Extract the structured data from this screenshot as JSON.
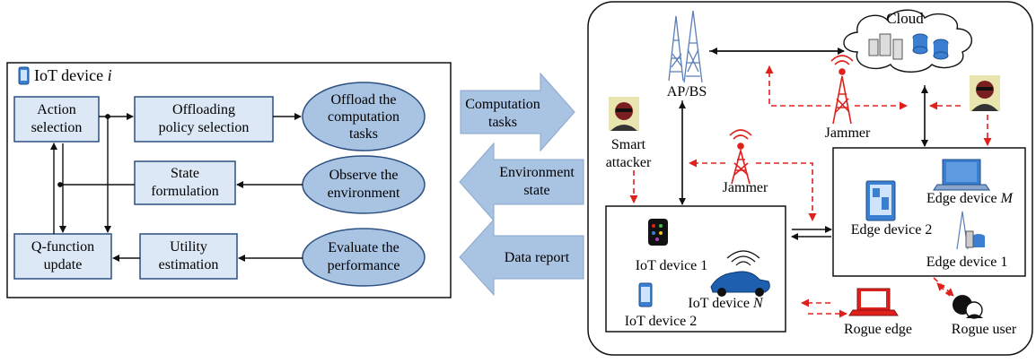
{
  "left_panel": {
    "title": "IoT device ",
    "title_var": "i",
    "boxes": {
      "action_selection": [
        "Action",
        "selection"
      ],
      "offloading_policy": [
        "Offloading",
        "policy selection"
      ],
      "state_formulation": [
        "State",
        "formulation"
      ],
      "q_function_update": [
        "Q-function",
        "update"
      ],
      "utility_estimation": [
        "Utility",
        "estimation"
      ]
    },
    "ellipses": {
      "offload_tasks": [
        "Offload the",
        "computation",
        "tasks"
      ],
      "observe_env": [
        "Observe the",
        "environment"
      ],
      "evaluate_perf": [
        "Evaluate the",
        "performance"
      ]
    }
  },
  "arrows": {
    "computation_tasks": [
      "Computation",
      "tasks"
    ],
    "environment_state": [
      "Environment",
      "state"
    ],
    "data_report": "Data report"
  },
  "network": {
    "ap_bs": "AP/BS",
    "cloud": "Cloud",
    "jammer_top": "Jammer",
    "jammer_mid": "Jammer",
    "smart_attacker": [
      "Smart",
      "attacker"
    ],
    "edge_device_m": "Edge device ",
    "edge_device_m_var": "M",
    "edge_device_2": "Edge device 2",
    "edge_device_1": "Edge device 1",
    "iot_device_1": "IoT device 1",
    "iot_device_2": "IoT  device 2",
    "iot_device_n": "IoT device ",
    "iot_device_n_var": "N",
    "rogue_edge": "Rogue edge",
    "rogue_user": "Rogue user"
  },
  "colors": {
    "box_fill": "#dce8f5",
    "box_stroke": "#2b4f80",
    "ellipse_fill": "#a9c3e3",
    "arrow_fill": "#a9c3e3",
    "attack_red": "#e0201b",
    "device_blue": "#3a7fd0"
  }
}
